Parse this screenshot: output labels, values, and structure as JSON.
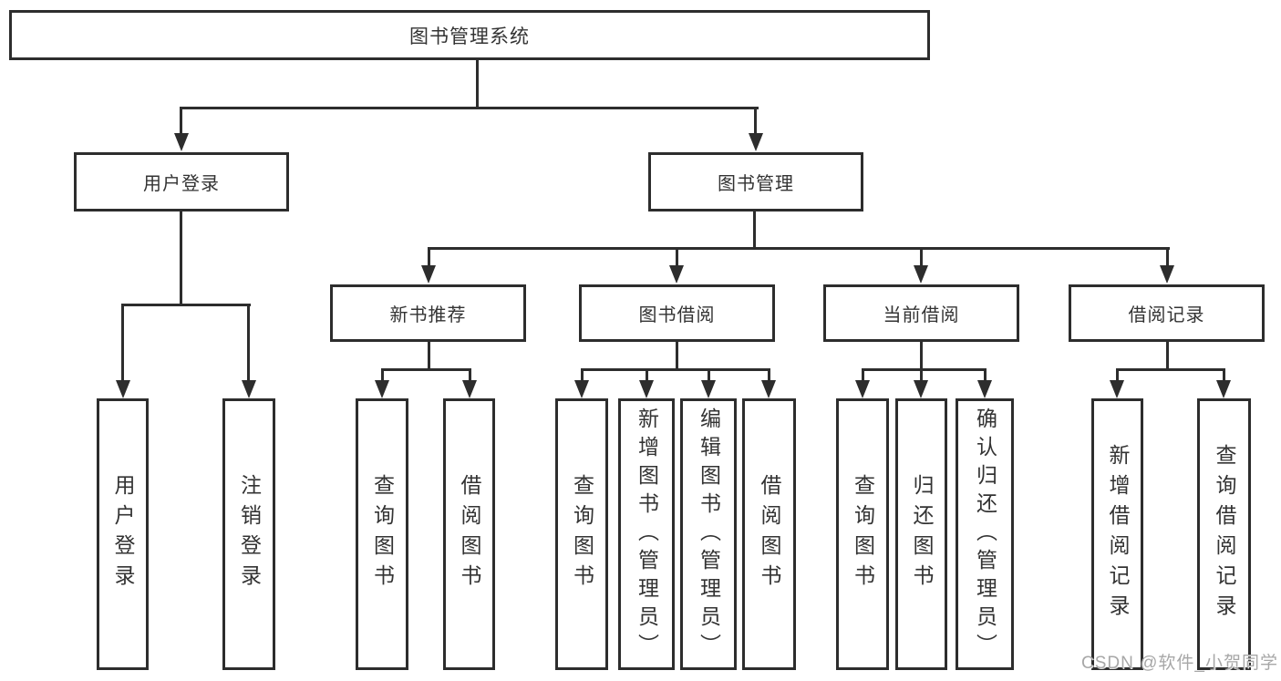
{
  "diagram": {
    "root": {
      "label": "图书管理系统",
      "children": [
        {
          "label": "用户登录",
          "children": [
            {
              "label": "用户登录"
            },
            {
              "label": "注销登录"
            }
          ]
        },
        {
          "label": "图书管理",
          "children": [
            {
              "label": "新书推荐",
              "children": [
                {
                  "label": "查询图书"
                },
                {
                  "label": "借阅图书"
                }
              ]
            },
            {
              "label": "图书借阅",
              "children": [
                {
                  "label": "查询图书"
                },
                {
                  "label": "新增图书（管理员）"
                },
                {
                  "label": "编辑图书（管理员）"
                },
                {
                  "label": "借阅图书"
                }
              ]
            },
            {
              "label": "当前借阅",
              "children": [
                {
                  "label": "查询图书"
                },
                {
                  "label": "归还图书"
                },
                {
                  "label": "确认归还（管理员）"
                }
              ]
            },
            {
              "label": "借阅记录",
              "children": [
                {
                  "label": "新增借阅记录"
                },
                {
                  "label": "查询借阅记录"
                }
              ]
            }
          ]
        }
      ]
    }
  },
  "watermark": "CSDN @软件_小贺同学",
  "colors": {
    "line": "#2d2d2d",
    "text": "#333333",
    "box_background": "#ffffff",
    "watermark": "#a7a7a7"
  }
}
